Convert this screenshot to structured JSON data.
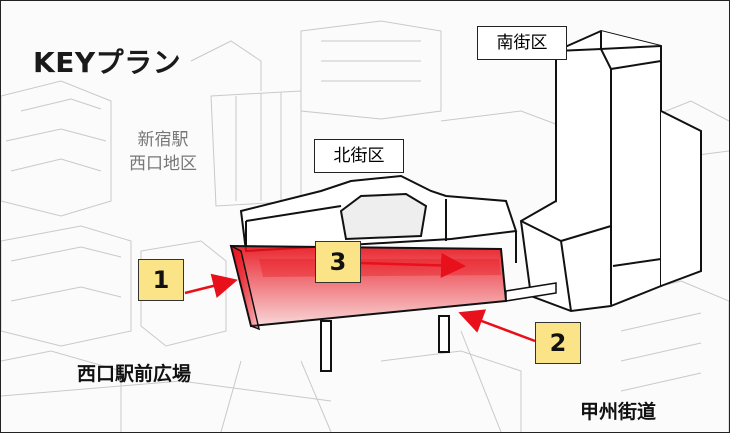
{
  "title": "KEYプラン",
  "districts": {
    "south": "南街区",
    "north": "北街区",
    "west_line1": "新宿駅",
    "west_line2": "西口地区"
  },
  "places": {
    "plaza": "西口駅前広場",
    "road": "甲州街道"
  },
  "markers": [
    {
      "label": "1"
    },
    {
      "label": "2"
    },
    {
      "label": "3"
    }
  ],
  "colors": {
    "highlight": "#e8101a",
    "marker_fill": "#fbe488",
    "arrow": "#e8101a"
  }
}
